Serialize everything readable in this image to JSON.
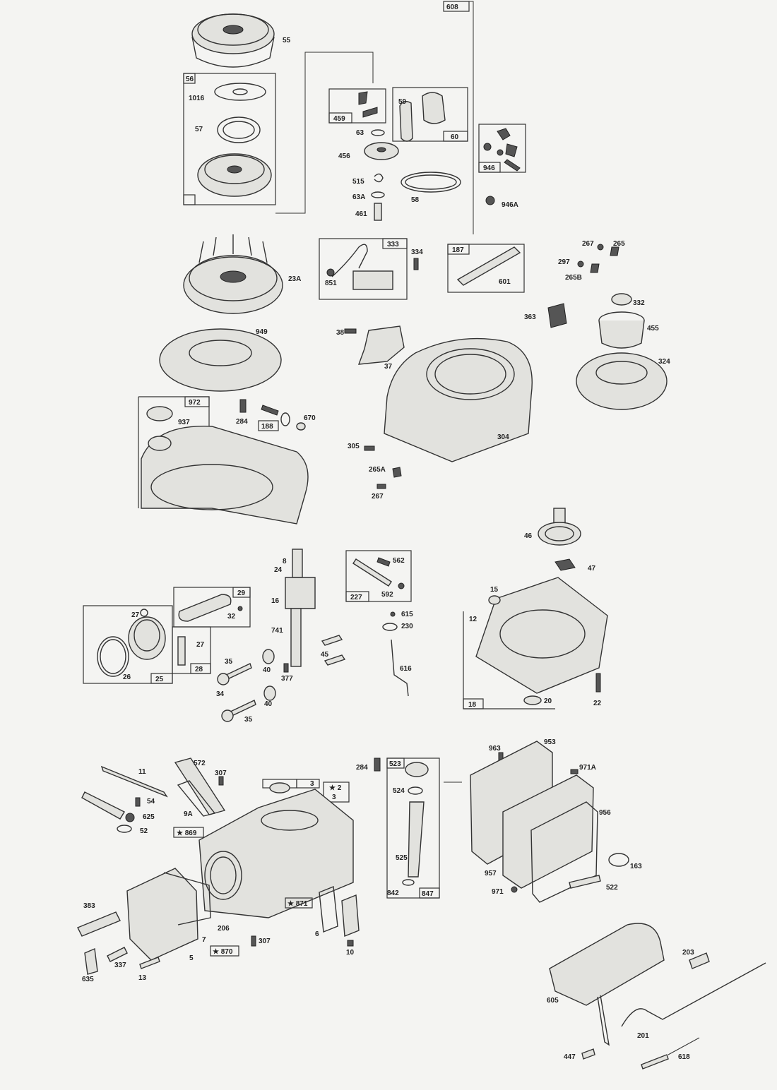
{
  "labels": {
    "l55": "55",
    "l56": "56",
    "l1016": "1016",
    "l57": "57",
    "l608": "608",
    "l459": "459",
    "l59": "59",
    "l60": "60",
    "l63": "63",
    "l456": "456",
    "l515": "515",
    "l63A": "63A",
    "l461": "461",
    "l58": "58",
    "l946": "946",
    "l946A": "946A",
    "l23A": "23A",
    "l333": "333",
    "l334": "334",
    "l851": "851",
    "l187": "187",
    "l601": "601",
    "l267a": "267",
    "l265a": "265",
    "l297": "297",
    "l265B": "265B",
    "l332": "332",
    "l363": "363",
    "l455": "455",
    "l324": "324",
    "l949": "949",
    "l38": "38",
    "l37": "37",
    "l972": "972",
    "l937": "937",
    "l284a": "284",
    "l188": "188",
    "l670": "670",
    "l304": "304",
    "l305": "305",
    "l265A": "265A",
    "l267b": "267",
    "l46": "46",
    "l47": "47",
    "l8": "8",
    "l24": "24",
    "l562": "562",
    "l29": "29",
    "l32": "32",
    "l27a": "27",
    "l16": "16",
    "l227": "227",
    "l592": "592",
    "l615": "615",
    "l230": "230",
    "l15": "15",
    "l12": "12",
    "l741": "741",
    "l27b": "27",
    "l28": "28",
    "l26": "26",
    "l25": "25",
    "l45": "45",
    "l35a": "35",
    "l40a": "40",
    "l377": "377",
    "l616": "616",
    "l34": "34",
    "l40b": "40",
    "l35b": "35",
    "l18": "18",
    "l20": "20",
    "l22": "22",
    "l11": "11",
    "l572": "572",
    "l307a": "307",
    "l54": "54",
    "l625": "625",
    "l52": "52",
    "l9A": "9A",
    "l3a": "3",
    "l2": "★ 2",
    "l3b": "3",
    "l869": "★ 869",
    "l284b": "284",
    "l523": "523",
    "l524": "524",
    "l525": "525",
    "l842": "842",
    "l847": "847",
    "l963": "963",
    "l953": "953",
    "l971A": "971A",
    "l956": "956",
    "l957": "957",
    "l163": "163",
    "l971": "971",
    "l522": "522",
    "l383": "383",
    "l7": "7",
    "l206": "206",
    "l871": "★ 871",
    "l6": "6",
    "l10": "10",
    "l307b": "307",
    "l870": "★ 870",
    "l635": "635",
    "l337": "337",
    "l13": "13",
    "l5": "5",
    "l203": "203",
    "l605": "605",
    "l201": "201",
    "l447": "447",
    "l618": "618"
  }
}
